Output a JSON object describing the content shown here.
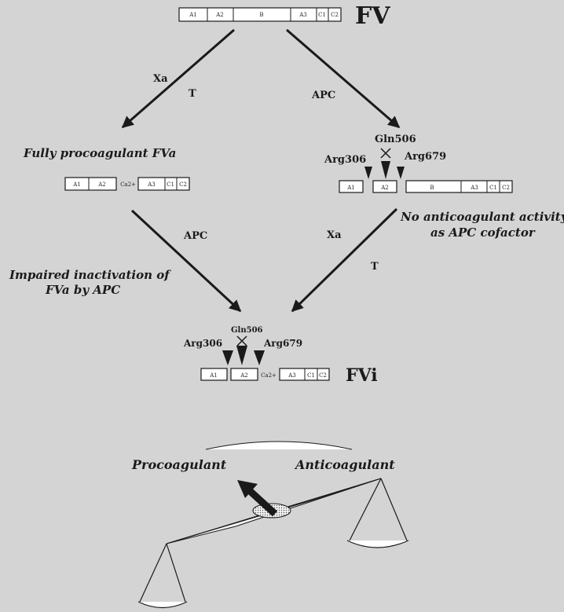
{
  "fv_label": "FV",
  "fvi_label": "FVi",
  "domains": {
    "a1": "A1",
    "a2": "A2",
    "b": "B",
    "a3": "A3",
    "c1": "C1",
    "c2": "C2",
    "ca": "Ca2+"
  },
  "arrows": {
    "xa": "Xa",
    "t": "T",
    "apc": "APC"
  },
  "labels": {
    "fully_procoagulant": "Fully procoagulant FVa",
    "gln506": "Gln506",
    "arg306": "Arg306",
    "arg679": "Arg679",
    "no_anticoag_line1": "No anticoagulant activity",
    "no_anticoag_line2": "as APC cofactor",
    "impaired_line1": "Impaired inactivation of",
    "impaired_line2": "FVa by APC",
    "procoagulant": "Procoagulant",
    "anticoagulant": "Anticoagulant"
  },
  "colors": {
    "background": "#d4d4d4",
    "line": "#1a1a1a",
    "box_fill": "#ffffff"
  }
}
